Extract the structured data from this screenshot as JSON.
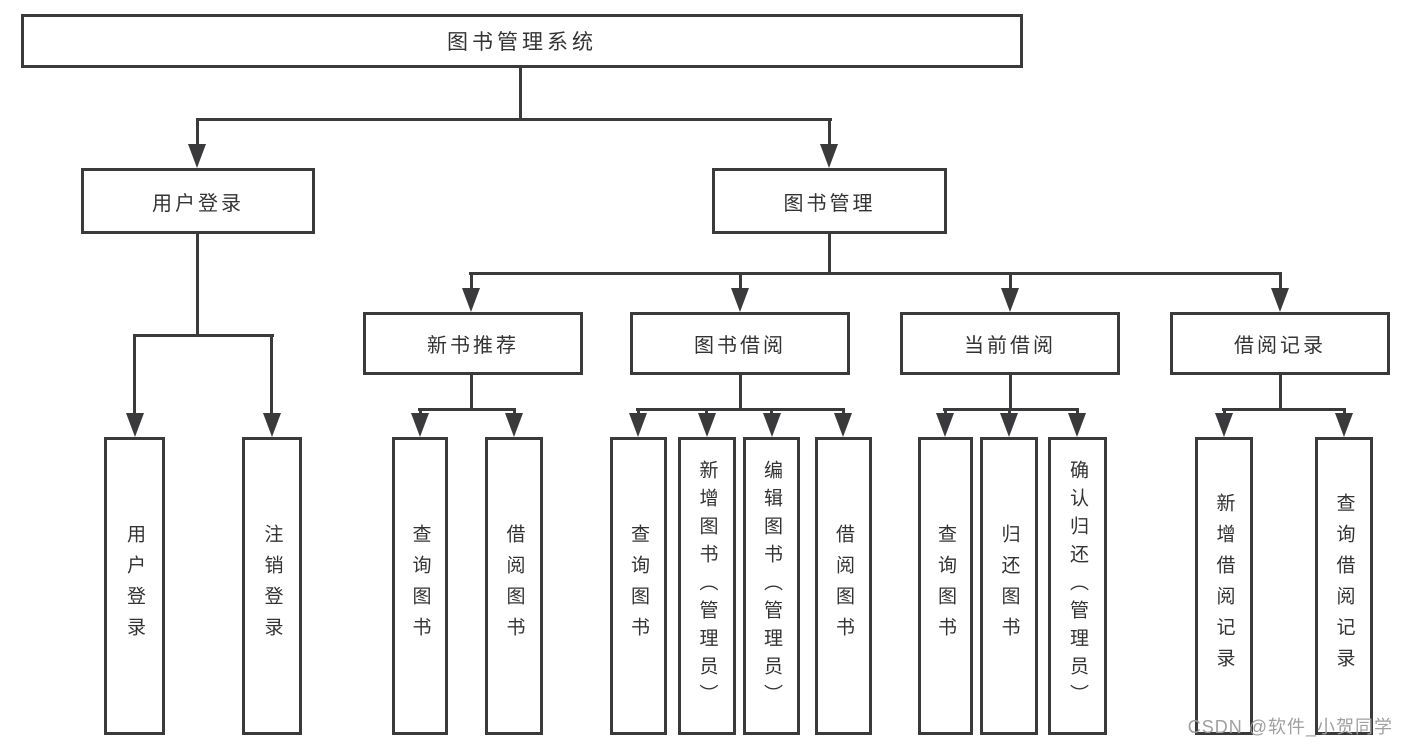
{
  "diagram_title": "图书管理系统",
  "tree": {
    "label": "图书管理系统",
    "children": [
      {
        "label": "用户登录",
        "children": [
          {
            "label": "用户登录"
          },
          {
            "label": "注销登录"
          }
        ]
      },
      {
        "label": "图书管理",
        "children": [
          {
            "label": "新书推荐",
            "children": [
              {
                "label": "查询图书"
              },
              {
                "label": "借阅图书"
              }
            ]
          },
          {
            "label": "图书借阅",
            "children": [
              {
                "label": "查询图书"
              },
              {
                "label": "新增图书（管理员）"
              },
              {
                "label": "编辑图书（管理员）"
              },
              {
                "label": "借阅图书"
              }
            ]
          },
          {
            "label": "当前借阅",
            "children": [
              {
                "label": "查询图书"
              },
              {
                "label": "归还图书"
              },
              {
                "label": "确认归还（管理员）"
              }
            ]
          },
          {
            "label": "借阅记录",
            "children": [
              {
                "label": "新增借阅记录"
              },
              {
                "label": "查询借阅记录"
              }
            ]
          }
        ]
      }
    ]
  },
  "watermark": {
    "text": "CSDN @软件_小贺同学"
  },
  "colors": {
    "line": "#3a3a3c",
    "text": "#333333",
    "watermark": "#a0a0a0",
    "background": "#ffffff"
  }
}
